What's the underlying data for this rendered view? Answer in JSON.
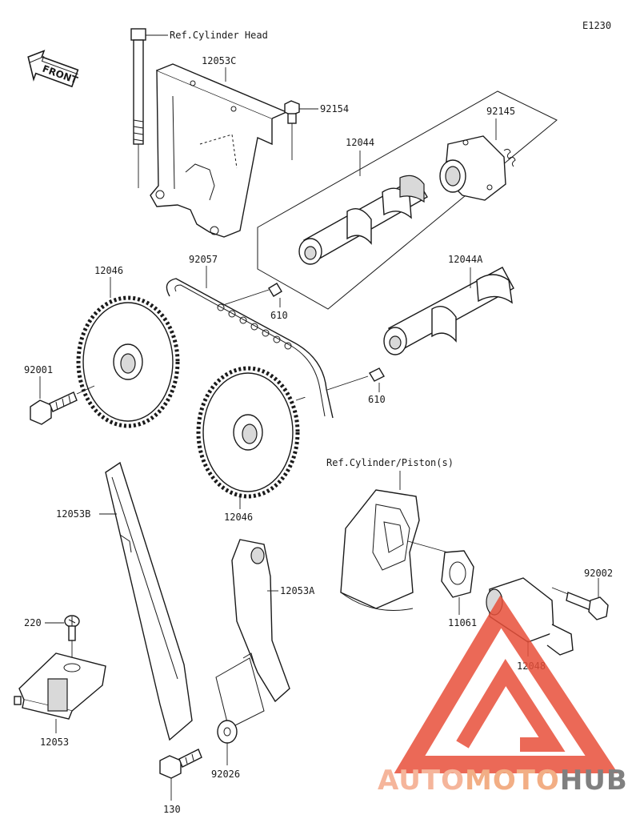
{
  "diagram_code": "E1230",
  "front_label": "FRONT",
  "labels": {
    "ref_cyl_head": "Ref.Cylinder Head",
    "p12053C": "12053C",
    "p92154": "92154",
    "p92145": "92145",
    "p12044": "12044",
    "p12046_top": "12046",
    "p92057": "92057",
    "p12044A": "12044A",
    "p610_a": "610",
    "p92001": "92001",
    "p610_b": "610",
    "p12046_bottom": "12046",
    "ref_cyl_piston": "Ref.Cylinder/Piston(s)",
    "p12053B": "12053B",
    "p12053A": "12053A",
    "p92002": "92002",
    "p11061": "11061",
    "p12048": "12048",
    "p220": "220",
    "p12053": "12053",
    "p92026": "92026",
    "p130": "130"
  },
  "watermark": {
    "part1": "AUTO",
    "part2": "MOTO",
    "part3": "HUB",
    "color_light": "#f4a98a",
    "color_mid": "#f0a070",
    "color_dark": "#6b6b6b",
    "logo_color": "#e8503a"
  }
}
